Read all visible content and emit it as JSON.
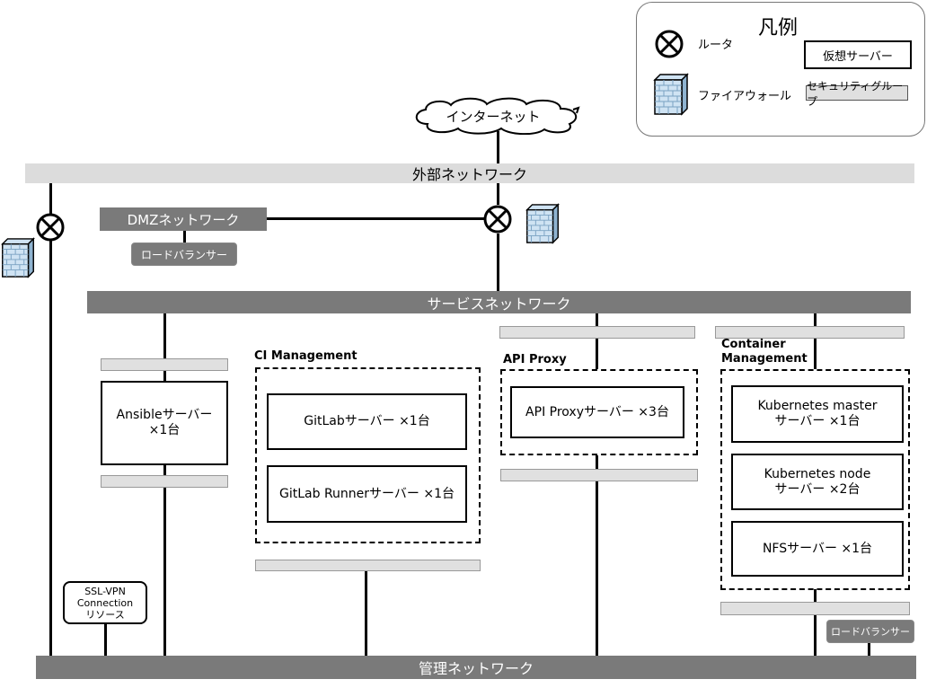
{
  "internet": {
    "label": "インターネット"
  },
  "networks": {
    "external": "外部ネットワーク",
    "dmz": "DMZネットワーク",
    "service": "サービスネットワーク",
    "management": "管理ネットワーク"
  },
  "load_balancers": {
    "dmz": "ロードバランサー",
    "container": "ロードバランサー"
  },
  "servers": {
    "ansible": "Ansibleサーバー\n×1台",
    "gitlab": "GitLabサーバー ×1台",
    "gitlab_runner": "GitLab Runnerサーバー ×1台",
    "api_proxy": "API Proxyサーバー ×3台",
    "k8s_master": "Kubernetes master\nサーバー ×1台",
    "k8s_node": "Kubernetes node\nサーバー ×2台",
    "nfs": "NFSサーバー ×1台"
  },
  "groups": {
    "ci": "CI Management",
    "api": "API Proxy",
    "container": "Container\nManagement"
  },
  "ssl_vpn": {
    "label": "SSL-VPN\nConnection\nリソース"
  },
  "legend": {
    "title": "凡例",
    "router": "ルータ",
    "firewall": "ファイアウォール",
    "virtual_server": "仮想サーバー",
    "security_group": "セキュリティグループ"
  }
}
